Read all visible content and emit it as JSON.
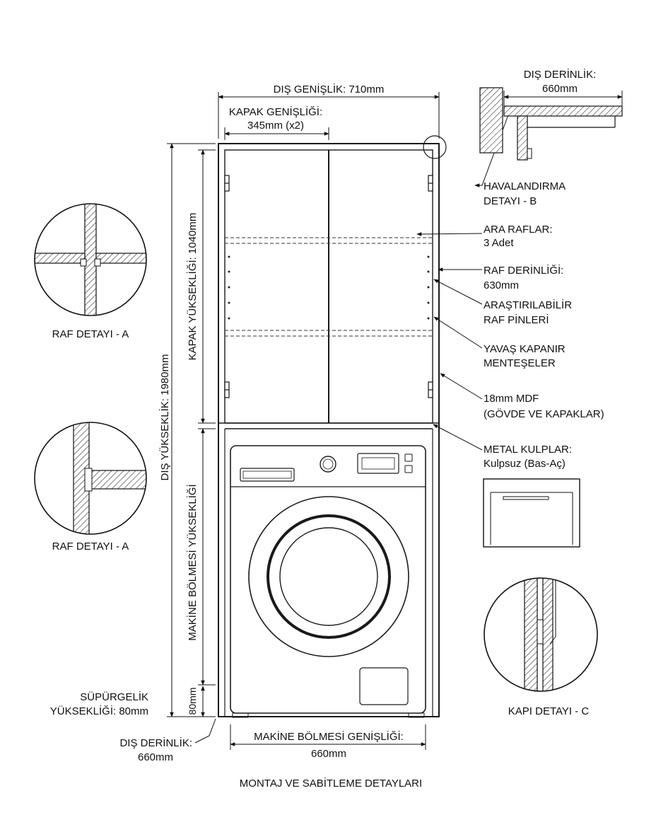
{
  "dimensions": {
    "outer_width": "DIŞ GENİŞLİK: 710mm",
    "door_width_1": "KAPAK GENİŞLİĞİ:",
    "door_width_2": "345mm (x2)",
    "outer_height": "DIŞ YÜKSEKLİK: 1980mm",
    "door_height": "KAPAK YÜKSEKLİĞİ: 1040mm",
    "machine_height": "MAKİNE BÖLMESİ YÜKSEKLİĞİ",
    "plinth_dim": "80mm",
    "plinth_1": "SÜPÜRGELİK",
    "plinth_2": "YÜKSEKLİĞİ: 80mm",
    "depth_bottom_1": "DIŞ DERİNLİK:",
    "depth_bottom_2": "660mm",
    "machine_width_1": "MAKİNE BÖLMESİ GENİŞLİĞİ:",
    "machine_width_2": "660mm",
    "depth_top_1": "DIŞ DERİNLİK:",
    "depth_top_2": "660mm"
  },
  "callouts": {
    "vent_1": "HAVALANDIRMA",
    "vent_2": "DETAYI - B",
    "shelves_1": "ARA RAFLAR:",
    "shelves_2": "3 Adet",
    "shelf_depth_1": "RAF DERİNLİĞİ:",
    "shelf_depth_2": "630mm",
    "pins_1": "ARAŞTIRILABİLİR",
    "pins_2": "RAF PİNLERİ",
    "hinges_1": "YAVAŞ KAPANIR",
    "hinges_2": "MENTEŞELER",
    "material_1": "18mm MDF",
    "material_2": "(GÖVDE VE KAPAKLAR)",
    "handles_1": "METAL KULPLAR:",
    "handles_2": "Kulpsuz (Bas-Aç)"
  },
  "details": {
    "shelf_a_1": "RAF DETAYI - A",
    "shelf_a_2": "RAF DETAYI - A",
    "door_c": "KAPI DETAYI - C"
  },
  "footer": {
    "caption": "MONTAJ VE SABİTLEME DETAYLARI"
  }
}
